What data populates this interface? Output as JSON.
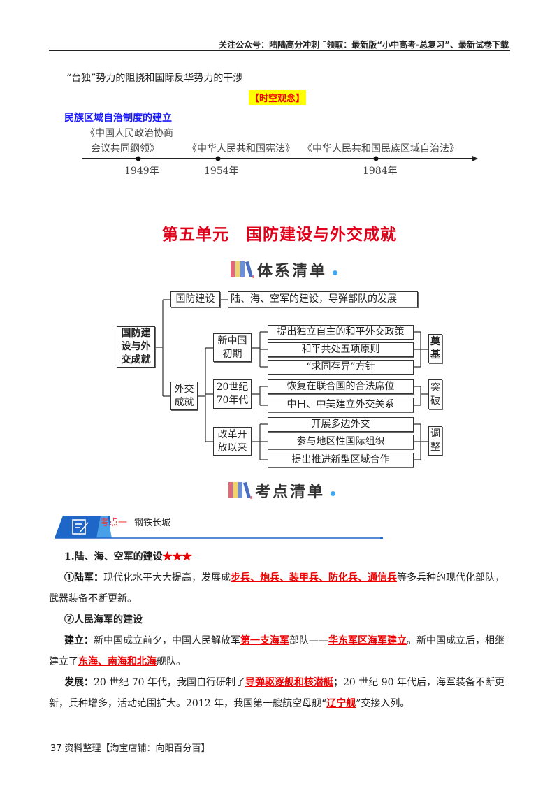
{
  "header": {
    "text": "关注公众号：陆陆高分冲刺  ˜领取：最新版“小中高考-总复习”、最新试卷下载"
  },
  "intro_line": "“台独”势力的阻挠和国际反华势力的干涉",
  "tag": "【时空观念】",
  "timeline": {
    "title": "民族区域自治制度的建立",
    "events": [
      {
        "label_line1": "《中国人民政治协商",
        "label_line2": "会议共同纲领》",
        "year": "1949年"
      },
      {
        "label_line1": "",
        "label_line2": "《中华人民共和国宪法》",
        "year": "1954年"
      },
      {
        "label_line1": "",
        "label_line2": "《中华人民共和国民族区域自治法》",
        "year": "1984年"
      }
    ]
  },
  "chapter_title": "第五单元　国防建设与外交成就",
  "system_header": "体系清单",
  "mindmap": {
    "root": "国防建设与外交成就",
    "defense": "国防建设",
    "defense_detail": "陆、海、空军的建设，导弹部队的发展",
    "diplomacy": "外交成就",
    "periods": [
      {
        "label": "新中国初期",
        "items": [
          "提出独立自主的和平外交政策",
          "和平共处五项原则",
          "“求同存异”方针"
        ],
        "summary": "奠基"
      },
      {
        "label": "20世纪70年代",
        "items": [
          "恢复在联合国的合法席位",
          "中日、中美建立外交关系"
        ],
        "summary": "突破"
      },
      {
        "label": "改革开放以来",
        "items": [
          "开展多边外交",
          "参与地区性国际组织",
          "提出推进新型区域合作"
        ],
        "summary": "调整"
      }
    ]
  },
  "kaodian_header": "考点清单",
  "section": {
    "label": "考点一",
    "title": "钢铁长城"
  },
  "content": {
    "heading": "1.陆、海、空军的建设",
    "stars": "★★★",
    "army_label": "①陆军：",
    "army_text1": "现代化水平大大提高，发展成",
    "army_red": "步兵、炮兵、装甲兵、防化兵、通信兵",
    "army_text2": "等多兵种的现代化部队，武器装备不断更新。",
    "navy_heading": "②人民海军的建设",
    "est_label": "建立：",
    "est_text1": "新中国成立前夕，中国人民解放军",
    "est_red1": "第一支海军",
    "est_text2": "部队——",
    "est_red2": "华东军区海军建立",
    "est_text3": "。新中国成立后，相继建立了",
    "est_red3": "东海、南海和北海",
    "est_text4": "舰队。",
    "dev_label": "发展：",
    "dev_text1": "20 世纪 70 年代，我国自行研制了",
    "dev_red1": "导弹驱逐舰和核潜艇",
    "dev_text2": "；20 世纪 90 年代后，海军装备不断更新，兵种增多，活动范围扩大。2012 年，我国第一艘航空母舰“",
    "dev_red2": "辽宁舰",
    "dev_text3": "”交接入列。"
  },
  "footer": {
    "text": "资料整理【淘宝店铺：向阳百分百】",
    "page": "37"
  }
}
